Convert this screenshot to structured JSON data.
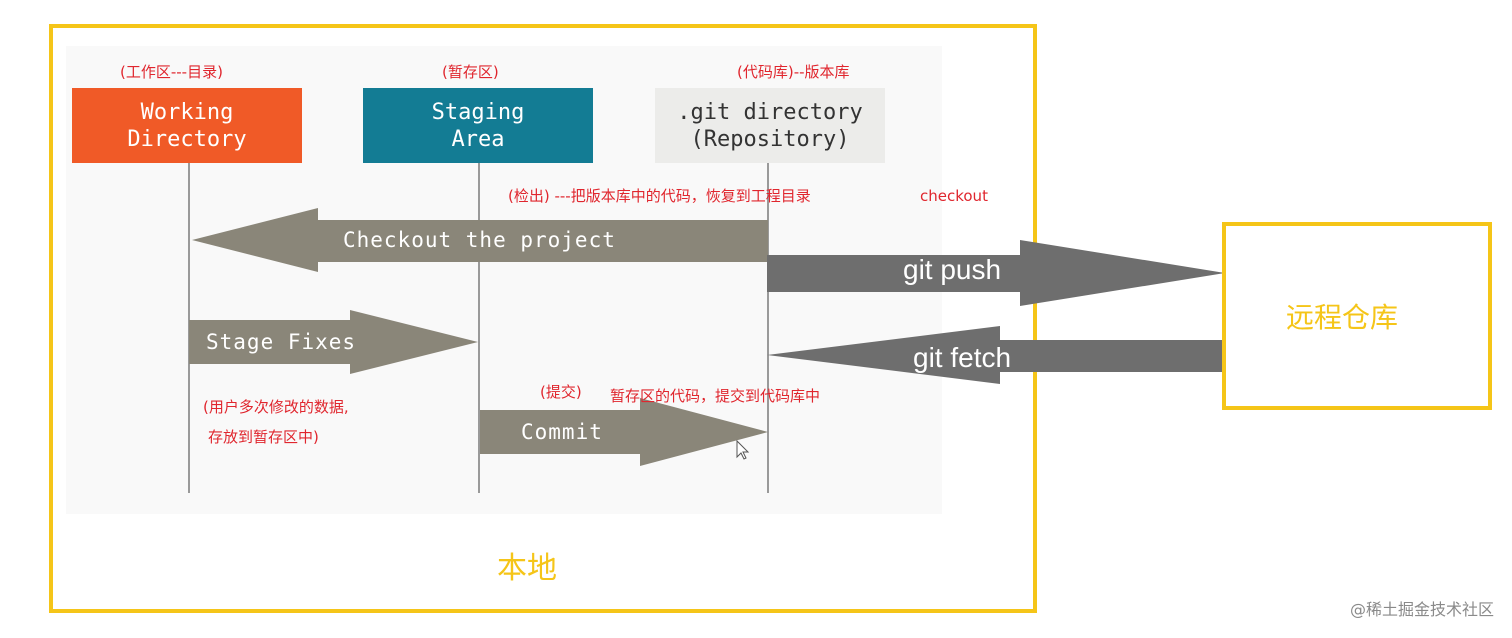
{
  "columns": {
    "working": {
      "title": "Working\nDirectory",
      "note": "(工作区---目录)"
    },
    "staging": {
      "title": "Staging\nArea",
      "note": "(暂存区)"
    },
    "repo": {
      "title": ".git directory\n(Repository)",
      "note": "(代码库)--版本库"
    }
  },
  "arrows": {
    "checkout": "Checkout the project",
    "stage": "Stage Fixes",
    "commit": "Commit",
    "push": "git push",
    "fetch": "git fetch"
  },
  "notes": {
    "checkout": "(检出) ---把版本库中的代码，恢复到工程目录",
    "checkout_en": "checkout",
    "stage_line1": "(用户多次修改的数据,",
    "stage_line2": "存放到暂存区中)",
    "commit_tag": "(提交)",
    "commit": "暂存区的代码，提交到代码库中"
  },
  "local_label": "本地",
  "remote_label": "远程仓库",
  "watermark": "@稀土掘金技术社区",
  "colors": {
    "frame": "#f5c518",
    "working": "#f05a27",
    "staging": "#137c94",
    "repo": "#ececea",
    "arrow_light": "#8a8679",
    "arrow_dark": "#6e6e6e",
    "note_red": "#e0262e"
  }
}
